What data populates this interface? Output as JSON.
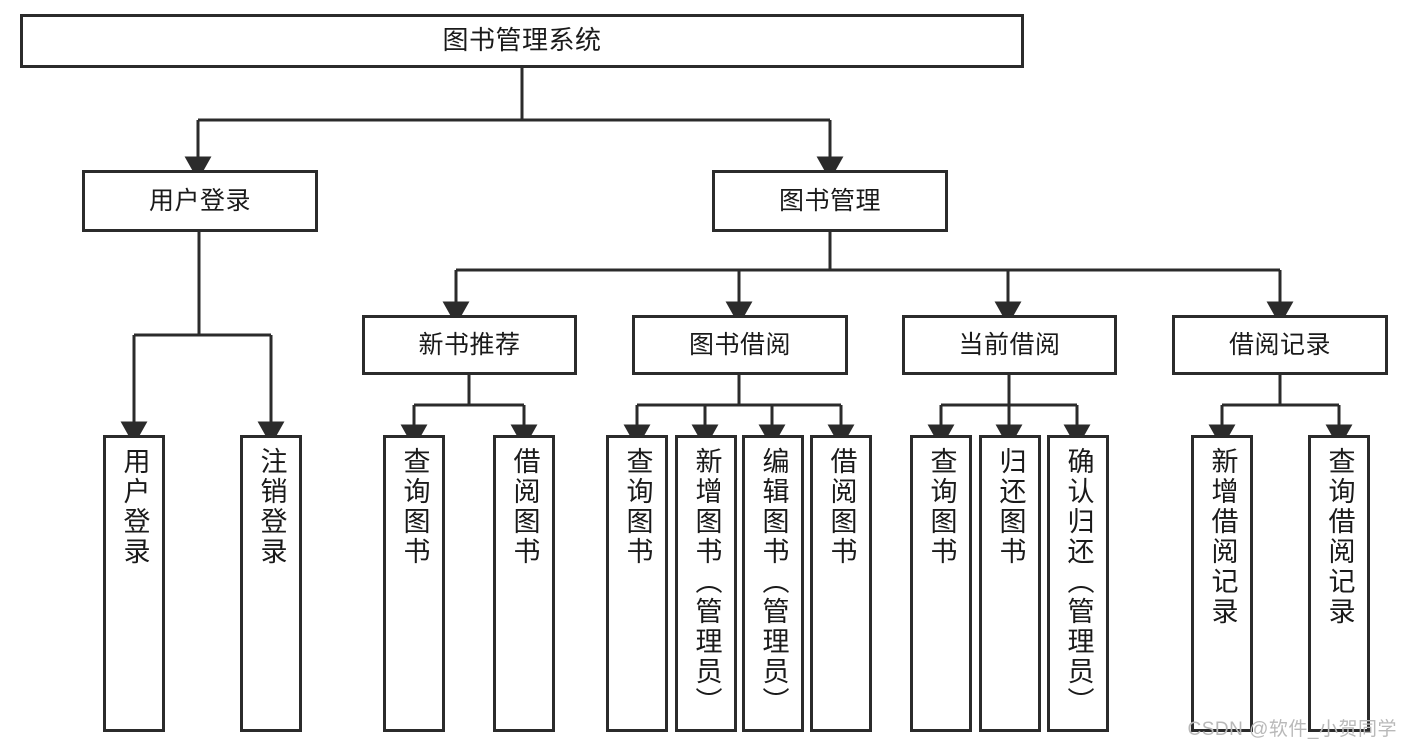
{
  "diagram": {
    "type": "tree",
    "title": "图书管理系统",
    "colors": {
      "stroke": "#2b2b2b",
      "fill": "#ffffff",
      "text": "#1a1a1a",
      "watermark": "#b9b9b9"
    },
    "nodes": {
      "root": {
        "label": "图书管理系统"
      },
      "level2": [
        {
          "label": "用户登录"
        },
        {
          "label": "图书管理"
        }
      ],
      "level3": [
        {
          "label": "新书推荐"
        },
        {
          "label": "图书借阅"
        },
        {
          "label": "当前借阅"
        },
        {
          "label": "借阅记录"
        }
      ],
      "login_children": [
        {
          "label": "用户登录"
        },
        {
          "label": "注销登录"
        }
      ],
      "newbook_children": [
        {
          "label": "查询图书"
        },
        {
          "label": "借阅图书"
        }
      ],
      "borrow_children": [
        {
          "label": "查询图书"
        },
        {
          "label": "新增图书（管理员）"
        },
        {
          "label": "编辑图书（管理员）"
        },
        {
          "label": "借阅图书"
        }
      ],
      "current_children": [
        {
          "label": "查询图书"
        },
        {
          "label": "归还图书"
        },
        {
          "label": "确认归还（管理员）"
        }
      ],
      "record_children": [
        {
          "label": "新增借阅记录"
        },
        {
          "label": "查询借阅记录"
        }
      ]
    },
    "watermark": "CSDN @软件_小贺同学"
  }
}
